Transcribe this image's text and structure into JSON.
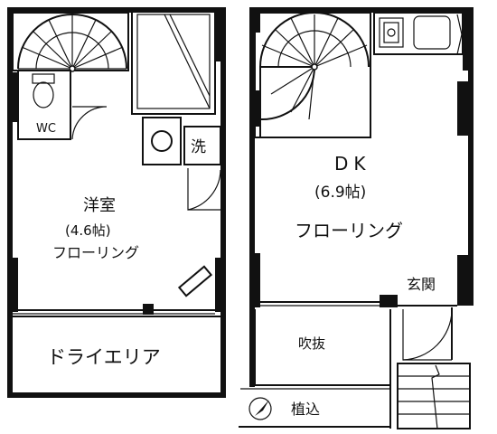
{
  "rooms": {
    "wc": "WC",
    "laundry": "洗",
    "western_room": "洋室",
    "western_size": "(4.6帖)",
    "western_floor": "フローリング",
    "dry_area": "ドライエリア",
    "dk": "DK",
    "dk_size": "(6.9帖)",
    "dk_floor": "フローリング",
    "entrance": "玄関",
    "atrium": "吹抜",
    "planting": "植込"
  },
  "icons": [
    "spiral-stair-icon",
    "toilet-icon",
    "washer-icon",
    "sink-icon",
    "stove-icon",
    "compass-icon"
  ]
}
